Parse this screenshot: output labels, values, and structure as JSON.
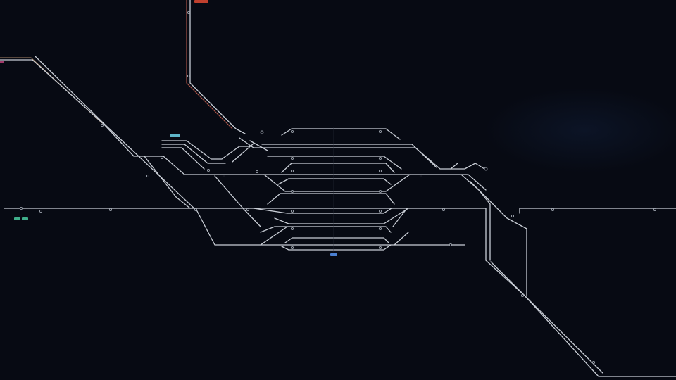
{
  "game": {
    "view": "rail-network-signal-panel",
    "background_color": "#070a13",
    "track_color": "#c9ced6",
    "occupied_track_color": "#b0584a",
    "route_set_color": "#a8876a"
  },
  "indicators": [
    {
      "id": "tag-top-red",
      "color": "#c0402e"
    },
    {
      "id": "tag-left-magenta",
      "color": "#a03a6a"
    },
    {
      "id": "tag-platform-cyan",
      "color": "#5fb6c9"
    },
    {
      "id": "tag-west-green-1",
      "color": "#3fae8a"
    },
    {
      "id": "tag-west-green-2",
      "color": "#3fae8a"
    },
    {
      "id": "tag-south-blue",
      "color": "#4a7fd0"
    }
  ]
}
